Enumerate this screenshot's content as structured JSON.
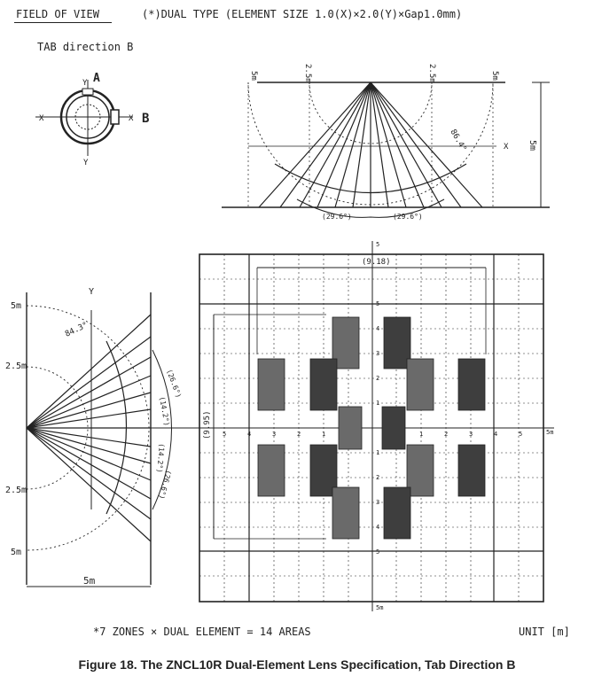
{
  "header": {
    "title": "FIELD OF VIEW",
    "spec": "(*)DUAL TYPE (ELEMENT SIZE 1.0(X)×2.0(Y)×Gap1.0mm)"
  },
  "tab_direction": "TAB direction B",
  "sensor_icon": {
    "label_a": "A",
    "label_b": "B",
    "label_y": "Y",
    "label_x": "X"
  },
  "top_view": {
    "labels_top": [
      "5m",
      "2.5m",
      "2.5m",
      "5m"
    ],
    "angle_label": "86.4°",
    "sub_angles": [
      "(29.6°)",
      "(29.6°)"
    ],
    "height_label": "5m",
    "axis_x": "X"
  },
  "side_view": {
    "axis_y": "Y",
    "left_labels": [
      "5m",
      "2.5m",
      "2.5m",
      "5m"
    ],
    "angle_label": "84.3°",
    "sub_angles": [
      "(26.6°)",
      "(14.2°)",
      "(14.2°)",
      "(26.6°)"
    ],
    "width_label": "5m"
  },
  "grid_view": {
    "top_dim": "(9.18)",
    "left_dim": "(9.95)",
    "axis_x_labels": [
      "5",
      "4",
      "3",
      "2",
      "1",
      "1",
      "2",
      "3",
      "4",
      "5"
    ],
    "axis_y_labels": [
      "5",
      "4",
      "3",
      "2",
      "1",
      "1",
      "2",
      "3",
      "4",
      "5"
    ],
    "end_x": "5m",
    "end_y": "5m",
    "top_label": "5",
    "zone_colors": [
      "#6a6a6a",
      "#3e3e3e"
    ]
  },
  "footer_note": "*7 ZONES × DUAL ELEMENT = 14 AREAS",
  "unit": "UNIT  [m]",
  "caption": "Figure 18. The ZNCL10R Dual-Element Lens Specification, Tab Direction B"
}
